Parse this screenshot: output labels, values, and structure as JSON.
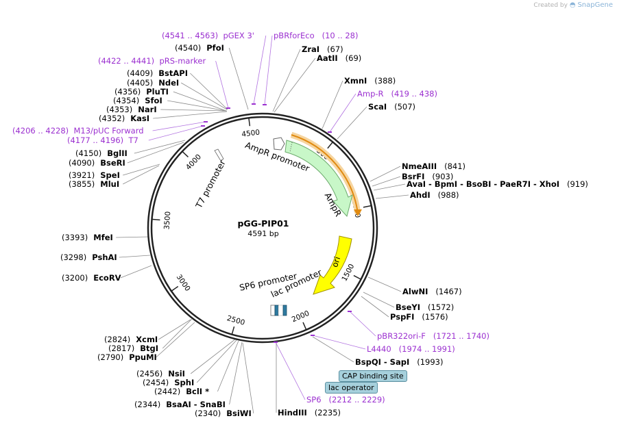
{
  "credit": {
    "prefix": "Created by",
    "brand": "SnapGene"
  },
  "plasmid": {
    "name": "pGG-PIP01",
    "size": "4591 bp",
    "length": 4591
  },
  "colors": {
    "enzyme": "#000000",
    "primer": "#9b30d0",
    "ring": "#222222",
    "ampr": "#c8f7c8",
    "ampr_stroke": "#6aa86a",
    "ori": "#ffff00",
    "ori_stroke": "#a09000",
    "amp_orf": "#f0a030"
  },
  "ticks": [
    "500",
    "1000",
    "1500",
    "2000",
    "2500",
    "3000",
    "3500",
    "4000",
    "4500"
  ],
  "features": [
    {
      "id": "ampr_promoter",
      "label": "AmpR promoter"
    },
    {
      "id": "ampr",
      "label": "AmpR"
    },
    {
      "id": "ori",
      "label": "ori"
    },
    {
      "id": "t7_promoter",
      "label": "T7 promoter"
    },
    {
      "id": "sp6_promoter",
      "label": "SP6 promoter"
    },
    {
      "id": "lac_promoter",
      "label": "lac promoter"
    }
  ],
  "labels": [
    {
      "type": "primer",
      "range": "(4541 .. 4563)",
      "name": "pGEX 3'"
    },
    {
      "type": "primer",
      "name": "pBRforEco",
      "range": "(10 .. 28)"
    },
    {
      "type": "enzyme",
      "pos": "(4540)",
      "name": "PfoI"
    },
    {
      "type": "enzyme",
      "name": "ZraI",
      "pos": "(67)"
    },
    {
      "type": "enzyme",
      "name": "AatII",
      "pos": "(69)"
    },
    {
      "type": "primer",
      "range": "(4422 .. 4441)",
      "name": "pRS-marker"
    },
    {
      "type": "enzyme",
      "pos": "(4409)",
      "name": "BstAPI"
    },
    {
      "type": "enzyme",
      "pos": "(4405)",
      "name": "NdeI"
    },
    {
      "type": "enzyme",
      "pos": "(4356)",
      "name": "PluTI"
    },
    {
      "type": "enzyme",
      "pos": "(4354)",
      "name": "SfoI"
    },
    {
      "type": "enzyme",
      "pos": "(4353)",
      "name": "NarI"
    },
    {
      "type": "enzyme",
      "pos": "(4352)",
      "name": "KasI"
    },
    {
      "type": "primer",
      "range": "(4206 .. 4228)",
      "name": "M13/pUC Forward"
    },
    {
      "type": "primer",
      "range": "(4177 .. 4196)",
      "name": "T7"
    },
    {
      "type": "enzyme",
      "pos": "(4150)",
      "name": "BglII"
    },
    {
      "type": "enzyme",
      "pos": "(4090)",
      "name": "BseRI"
    },
    {
      "type": "enzyme",
      "pos": "(3921)",
      "name": "SpeI"
    },
    {
      "type": "enzyme",
      "pos": "(3855)",
      "name": "MluI"
    },
    {
      "type": "enzyme",
      "name": "XmnI",
      "pos": "(388)"
    },
    {
      "type": "primer",
      "name": "Amp-R",
      "range": "(419 .. 438)"
    },
    {
      "type": "enzyme",
      "name": "ScaI",
      "pos": "(507)"
    },
    {
      "type": "enzyme",
      "name": "NmeAIII",
      "pos": "(841)"
    },
    {
      "type": "enzyme",
      "name": "BsrFI",
      "pos": "(903)"
    },
    {
      "type": "enzyme",
      "name": "AvaI - BpmI - BsoBI - PaeR7I - XhoI",
      "pos": "(919)"
    },
    {
      "type": "enzyme",
      "name": "AhdI",
      "pos": "(988)"
    },
    {
      "type": "enzyme",
      "pos": "(3393)",
      "name": "MfeI"
    },
    {
      "type": "enzyme",
      "pos": "(3298)",
      "name": "PshAI"
    },
    {
      "type": "enzyme",
      "pos": "(3200)",
      "name": "EcoRV"
    },
    {
      "type": "enzyme",
      "name": "AlwNI",
      "pos": "(1467)"
    },
    {
      "type": "enzyme",
      "name": "BseYI",
      "pos": "(1572)"
    },
    {
      "type": "enzyme",
      "name": "PspFI",
      "pos": "(1576)"
    },
    {
      "type": "primer",
      "name": "pBR322ori-F",
      "range": "(1721 .. 1740)"
    },
    {
      "type": "primer",
      "name": "L4440",
      "range": "(1974 .. 1991)"
    },
    {
      "type": "enzyme",
      "name": "BspQI - SapI",
      "pos": "(1993)"
    },
    {
      "type": "enzyme",
      "pos": "(2824)",
      "name": "XcmI"
    },
    {
      "type": "enzyme",
      "pos": "(2817)",
      "name": "BtgI"
    },
    {
      "type": "enzyme",
      "pos": "(2790)",
      "name": "PpuMI"
    },
    {
      "type": "enzyme",
      "pos": "(2456)",
      "name": "NsiI"
    },
    {
      "type": "enzyme",
      "pos": "(2454)",
      "name": "SphI"
    },
    {
      "type": "enzyme",
      "pos": "(2442)",
      "name": "BclI *"
    },
    {
      "type": "enzyme",
      "pos": "(2344)",
      "name": "BsaAI - SnaBI"
    },
    {
      "type": "enzyme",
      "pos": "(2340)",
      "name": "BsiWI"
    },
    {
      "type": "primer",
      "name": "SP6",
      "range": "(2212 .. 2229)"
    },
    {
      "type": "enzyme",
      "name": "HindIII",
      "pos": "(2235)"
    }
  ],
  "boxes": [
    {
      "name": "CAP binding site"
    },
    {
      "name": "lac operator"
    }
  ]
}
